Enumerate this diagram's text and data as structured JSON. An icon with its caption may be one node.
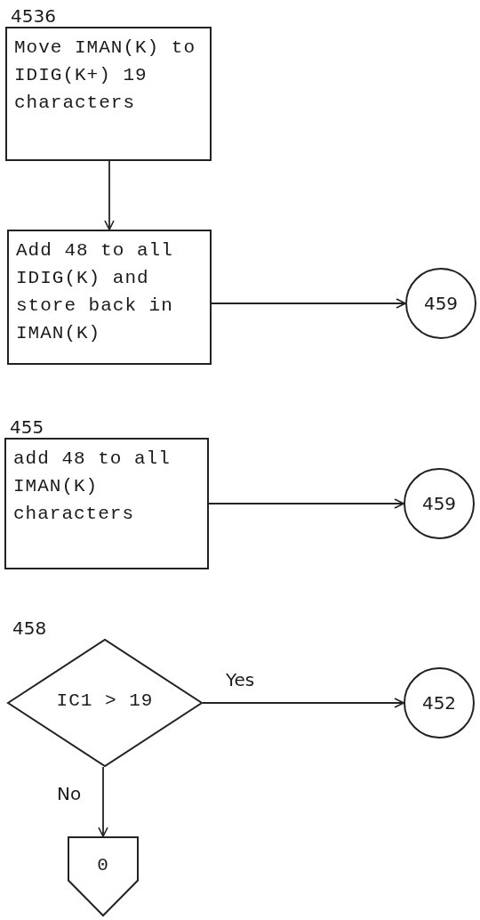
{
  "diagram": {
    "nodes": [
      {
        "text": [
          "4536",
          "Move IMAN(K) to IDIG(K+) 19 characters"
        ]
      },
      {
        "text": [
          "Add 48 to all IDIG(K) and store back in IMAN(K)"
        ]
      },
      {
        "text": [
          "459"
        ]
      },
      {
        "text": [
          "455",
          "add 48 to all IMAN(K) characters"
        ]
      },
      {
        "text": [
          "459"
        ]
      },
      {
        "text": [
          "458",
          "IC1 > 19"
        ]
      },
      {
        "text": [
          "452"
        ]
      },
      {
        "text": [
          "0"
        ]
      }
    ],
    "edges": [
      {
        "from": 0,
        "to": 1,
        "arrow": "to"
      },
      {
        "from": 1,
        "to": 2,
        "arrow": "to"
      },
      {
        "from": 3,
        "to": 4,
        "arrow": "to"
      },
      {
        "from": 5,
        "to": 6,
        "arrow": "to",
        "label": "Yes"
      },
      {
        "from": 5,
        "to": 7,
        "arrow": "to",
        "label": "No"
      }
    ]
  }
}
